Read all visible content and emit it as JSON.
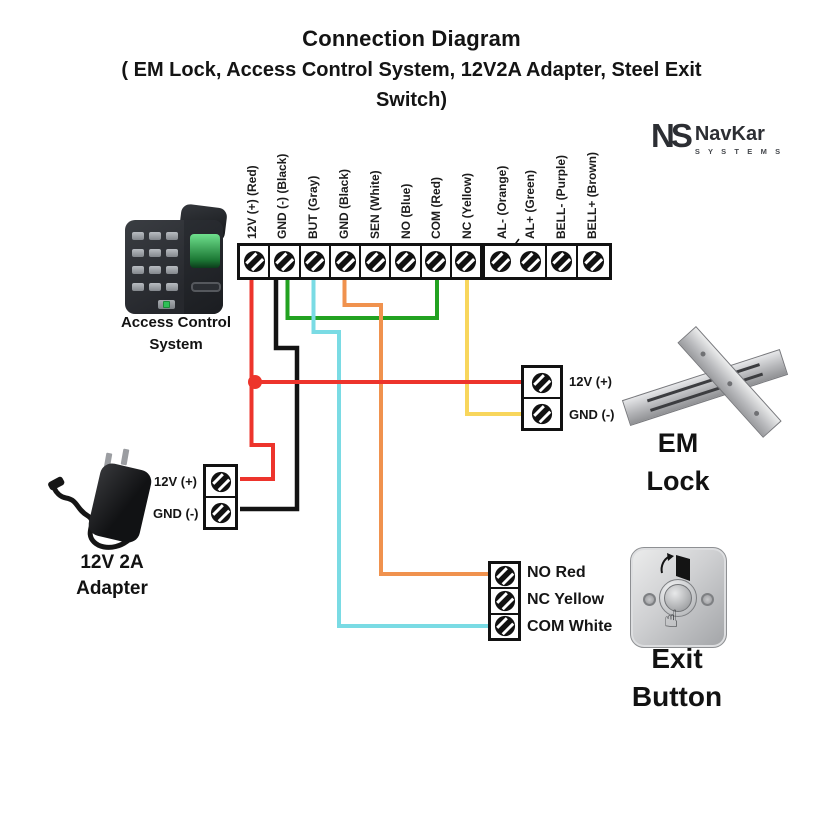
{
  "title": "Connection Diagram",
  "subtitle_line1": "( EM Lock, Access Control System, 12V2A Adapter, Steel Exit",
  "subtitle_line2": "Switch)",
  "logo": {
    "monogram": "NS",
    "name": "NavKar",
    "tagline": "S Y S T E M S"
  },
  "main_terminal": {
    "labels": [
      "12V (+) (Red)",
      "GND (-) (Black)",
      "BUT (Gray)",
      "GND (Black)",
      "SEN (White)",
      "NO (Blue)",
      "COM (Red)",
      "NC  (Yellow)",
      "AL- (Orange)",
      "AL+ (Green)",
      "BELL- (Purple)",
      "BELL+ (Brown)"
    ]
  },
  "access_control": {
    "caption_line1": "Access Control",
    "caption_line2": "System"
  },
  "em_lock": {
    "terminals": [
      "12V (+)",
      "GND (-)"
    ],
    "caption_line1": "EM",
    "caption_line2": "Lock"
  },
  "adapter": {
    "terminals": [
      "12V (+)",
      "GND (-)"
    ],
    "caption_line1": "12V 2A",
    "caption_line2": "Adapter"
  },
  "exit_button": {
    "terminals": [
      "NO Red",
      "NC Yellow",
      "COM White"
    ],
    "caption_line1": "Exit",
    "caption_line2": "Button"
  },
  "wires": {
    "red": "#ed342c",
    "black": "#131313",
    "green": "#22a221",
    "cyan": "#7adbe4",
    "orange": "#f0924e",
    "yellow": "#f8d65c"
  },
  "connections": [
    {
      "color": "red",
      "from": "12V (+) (Red)",
      "to": "Adapter 12V (+) and EM Lock 12V (+)"
    },
    {
      "color": "black",
      "from": "GND (-) (Black)",
      "to": "Adapter GND (-)"
    },
    {
      "color": "green",
      "from": "GND (-) (Black)",
      "to": "COM (Red)"
    },
    {
      "color": "cyan",
      "from": "BUT (Gray)",
      "to": "Exit Button COM White"
    },
    {
      "color": "orange",
      "from": "GND (Black)",
      "to": "Exit Button NO Red"
    },
    {
      "color": "yellow",
      "from": "NC  (Yellow)",
      "to": "EM Lock GND (-)"
    }
  ]
}
